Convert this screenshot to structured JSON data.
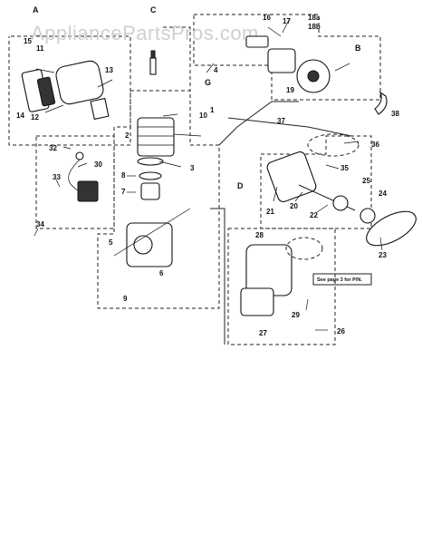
{
  "watermark": "AppliancePartsPros.com",
  "note": "See page 3 for P/N.",
  "group_labels": [
    "A",
    "B",
    "C",
    "D",
    "G"
  ],
  "callouts": [
    "1",
    "2",
    "3",
    "4",
    "5",
    "6",
    "7",
    "8",
    "9",
    "10",
    "11",
    "12",
    "13",
    "14",
    "15",
    "16",
    "17",
    "18a",
    "18b",
    "19",
    "20",
    "21",
    "22",
    "23",
    "24",
    "25",
    "26",
    "27",
    "28",
    "29",
    "30",
    "32",
    "33",
    "34",
    "35",
    "36",
    "37",
    "38"
  ],
  "assembly_refs": [
    "36",
    "26"
  ]
}
